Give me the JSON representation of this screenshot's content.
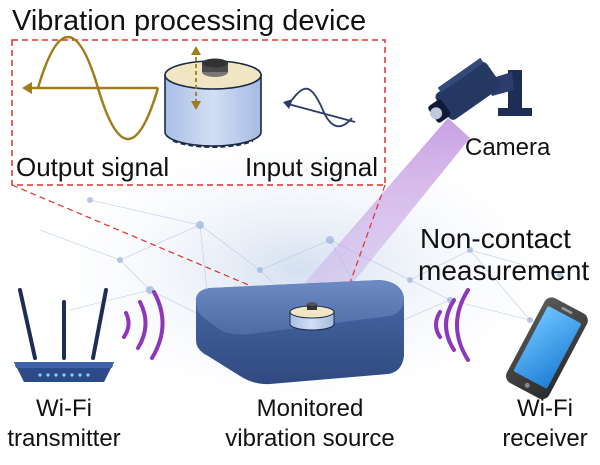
{
  "title": "Vibration processing device",
  "inset": {
    "output_label": "Output signal",
    "input_label": "Input signal"
  },
  "camera": {
    "label": "Camera"
  },
  "measurement": {
    "line1": "Non-contact",
    "line2": "measurement"
  },
  "transmitter": {
    "line1": "Wi-Fi",
    "line2": "transmitter"
  },
  "source": {
    "line1": "Monitored",
    "line2": "vibration source"
  },
  "receiver": {
    "line1": "Wi-Fi",
    "line2": "receiver"
  },
  "colors": {
    "dashed_red": "#e0302a",
    "output_wave": "#a07c1c",
    "input_wave": "#2b3a66",
    "device_fill": "#c3d3ef",
    "device_top": "#f0e6c4",
    "beam": "#a66fd0",
    "wifi_waves": "#8e37b8",
    "box_body": "#5a7bb6",
    "phone_screen": "#3aa0f0"
  },
  "icons": {
    "camera": "security-camera-icon",
    "router": "wifi-router-icon",
    "phone": "smartphone-icon",
    "waves": "wifi-signal-icon"
  }
}
